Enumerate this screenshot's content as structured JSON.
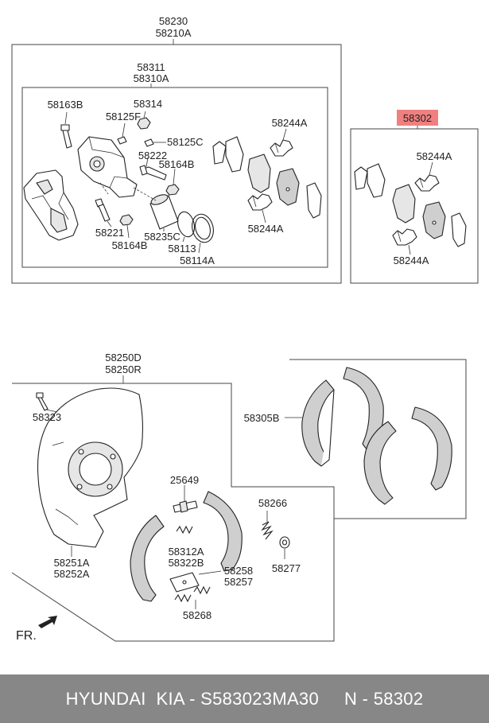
{
  "diagram": {
    "labels": {
      "l58230": "58230",
      "l58210A": "58210A",
      "l58311": "58311",
      "l58310A": "58310A",
      "l58163B": "58163B",
      "l58314": "58314",
      "l58125F": "58125F",
      "l58125C": "58125C",
      "l58222": "58222",
      "l58164B_top": "58164B",
      "l58244A_top": "58244A",
      "l58221": "58221",
      "l58235C": "58235C",
      "l58164B_bot": "58164B",
      "l58113": "58113",
      "l58114A": "58114A",
      "l58244A_mid": "58244A",
      "l58302": "58302",
      "l58244A_r1": "58244A",
      "l58244A_r2": "58244A",
      "l58250D": "58250D",
      "l58250R": "58250R",
      "l58323": "58323",
      "l58305B": "58305B",
      "l25649": "25649",
      "l58266": "58266",
      "l58312A": "58312A",
      "l58322B": "58322B",
      "l58258": "58258",
      "l58257": "58257",
      "l58277": "58277",
      "l58251A": "58251A",
      "l58252A": "58252A",
      "l58268": "58268",
      "fr": "FR."
    },
    "highlight_color": "#f08080"
  },
  "footer": {
    "text": "HYUNDAI  KIA - S583023MA30     N - 58302"
  }
}
